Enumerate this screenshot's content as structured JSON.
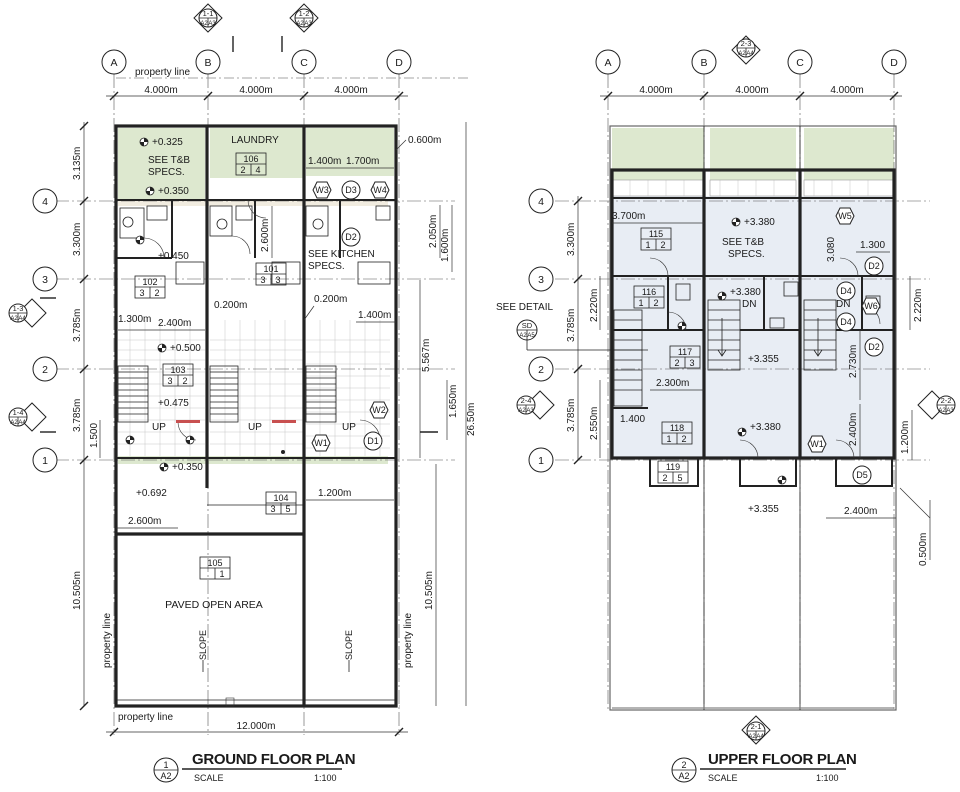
{
  "gf": {
    "grid_cols": [
      "A",
      "B",
      "C",
      "D"
    ],
    "grid_rows": [
      "4",
      "3",
      "2",
      "1"
    ],
    "top_dims": [
      "4.000m",
      "4.000m",
      "4.000m"
    ],
    "left_dims": [
      "3.135m",
      "3.300m",
      "3.785m",
      "3.785m",
      "10.505m"
    ],
    "right_dims": [
      "2.050m",
      "1.600m",
      "5.567m",
      "1.650m",
      "26.50m",
      "10.505m"
    ],
    "property_line": "property line",
    "laundry": "LAUNDRY",
    "see_tb": [
      "SEE T&B",
      "SPECS."
    ],
    "see_kitchen": [
      "SEE KITCHEN",
      "SPECS."
    ],
    "paved": "PAVED OPEN AREA",
    "slope": "SLOPE",
    "up": "UP",
    "elevations": [
      "+0.325",
      "+0.350",
      "+0.450",
      "+0.500",
      "+0.475",
      "+0.350",
      "+0.692"
    ],
    "dims": [
      "1.400m",
      "1.700m",
      "0.600m",
      "2.600m",
      "1.300m",
      "2.400m",
      "0.200m",
      "0.200m",
      "1.400m",
      "1.500",
      "1.200m",
      "2.600m",
      "12.000m"
    ],
    "rooms": [
      {
        "no": "106",
        "a": "2",
        "b": "4"
      },
      {
        "no": "102",
        "a": "3",
        "b": "2"
      },
      {
        "no": "101",
        "a": "3",
        "b": "3"
      },
      {
        "no": "103",
        "a": "3",
        "b": "2"
      },
      {
        "no": "104",
        "a": "3",
        "b": "5"
      },
      {
        "no": "105",
        "a": "",
        "b": "1"
      }
    ],
    "tags": [
      "W3",
      "D3",
      "W4",
      "D2",
      "W2",
      "W1",
      "D1"
    ],
    "sections": [
      {
        "id": "1-1",
        "s1": "A2",
        "s2": "A3"
      },
      {
        "id": "1-2",
        "s1": "A2",
        "s2": "A3"
      },
      {
        "id": "1-3",
        "s1": "A2",
        "s2": "A4"
      },
      {
        "id": "1-4",
        "s1": "A2",
        "s2": "A4"
      }
    ],
    "title": "GROUND FLOOR PLAN",
    "num": "1",
    "sheet": "A2",
    "scale_label": "SCALE",
    "scale": "1:100"
  },
  "uf": {
    "grid_cols": [
      "A",
      "B",
      "C",
      "D"
    ],
    "grid_rows": [
      "4",
      "3",
      "2",
      "1"
    ],
    "top_dims": [
      "4.000m",
      "4.000m",
      "4.000m"
    ],
    "left_dims": [
      "3.300m",
      "2.220m",
      "3.785m",
      "2.550m",
      "3.785m"
    ],
    "right_dims": [
      "2.220m",
      "1.200m",
      "0.500m"
    ],
    "see_detail": "SEE DETAIL",
    "see_tb": [
      "SEE T&B",
      "SPECS."
    ],
    "dn": "DN",
    "elevations": [
      "+3.380",
      "+3.380",
      "+3.355",
      "+3.380",
      "+3.355"
    ],
    "dims": [
      "3.700m",
      "3.080",
      "1.300",
      "2.300m",
      "2.730m",
      "1.400",
      "2.400m",
      "2.400m"
    ],
    "rooms": [
      {
        "no": "115",
        "a": "1",
        "b": "2"
      },
      {
        "no": "116",
        "a": "1",
        "b": "2"
      },
      {
        "no": "117",
        "a": "2",
        "b": "3"
      },
      {
        "no": "118",
        "a": "1",
        "b": "2"
      },
      {
        "no": "119",
        "a": "2",
        "b": "5"
      }
    ],
    "tags": [
      "W5",
      "D2",
      "D4",
      "W6",
      "D4",
      "D2",
      "W1",
      "D5"
    ],
    "sd": {
      "id": "SD",
      "s1": "A2",
      "s2": "A5"
    },
    "sections": [
      {
        "id": "2-3",
        "s1": "A2",
        "s2": "A4"
      },
      {
        "id": "2-4",
        "s1": "A2",
        "s2": "A3"
      },
      {
        "id": "2-2",
        "s1": "A2",
        "s2": "A3"
      },
      {
        "id": "2-1",
        "s1": "A2",
        "s2": "A4"
      }
    ],
    "title": "UPPER FLOOR PLAN",
    "num": "2",
    "sheet": "A2",
    "scale_label": "SCALE",
    "scale": "1:100"
  }
}
